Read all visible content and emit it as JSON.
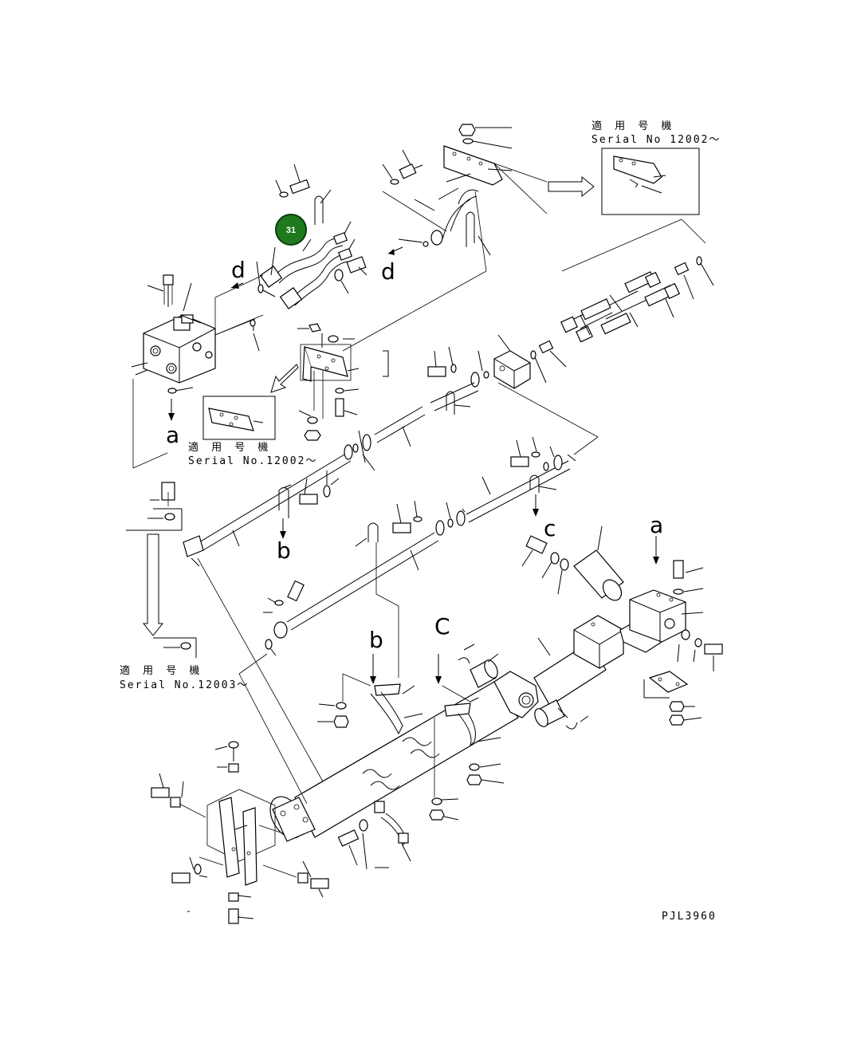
{
  "drawing": {
    "code": "PJL3960"
  },
  "callout": {
    "number": "31",
    "color": "#1f7a1f",
    "ring_color": "#0b3d0b"
  },
  "serial_notes": {
    "top_right": {
      "jp": "適 用 号 機",
      "serial": "Serial No 12002～"
    },
    "middle_left": {
      "jp": "適 用 号 機",
      "serial": "Serial No.12002～"
    },
    "bottom_left": {
      "jp": "適 用 号 機",
      "serial": "Serial No.12003～"
    }
  },
  "view_markers": {
    "d_upper_left": "d",
    "d_upper_mid": "d",
    "a_left": "a",
    "a_right": "a",
    "b_mid": "b",
    "b_lower": "b",
    "c_right": "c",
    "c_lower": "C"
  }
}
